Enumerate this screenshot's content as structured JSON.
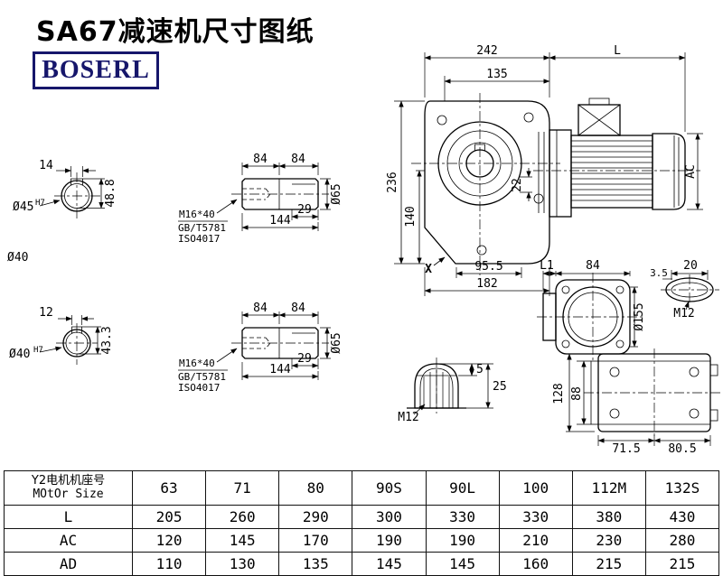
{
  "page": {
    "title": "SA67减速机尺寸图纸",
    "logo_text": "BOSERL"
  },
  "drawing": {
    "main_view": {
      "dim_242": "242",
      "dim_l": "L",
      "dim_135": "135",
      "dim_236": "236",
      "dim_140": "140",
      "dim_22": "22",
      "dim_ac": "AC",
      "dim_95_5": "95.5",
      "dim_182": "182",
      "label_x": "X"
    },
    "shaft_section_top": {
      "dim_key_width": "14",
      "dia": "Ø45",
      "tol": "H7",
      "dim_height": "48.8"
    },
    "label_shaft_dia": "Ø40",
    "shaft_section_bottom": {
      "dim_key_width": "12",
      "dia": "Ø40",
      "tol": "H7",
      "dim_height": "43.3"
    },
    "shaft_details": [
      {
        "dim_84a": "84",
        "dim_84b": "84",
        "dim_29": "29",
        "dim_144": "144",
        "dia_65": "Ø65",
        "thread": "M16*40",
        "std_gb": "GB/T5781",
        "std_iso": "ISO4017"
      },
      {
        "dim_84a": "84",
        "dim_84b": "84",
        "dim_29": "29",
        "dim_144": "144",
        "dia_65": "Ø65",
        "thread": "M16*40",
        "std_gb": "GB/T5781",
        "std_iso": "ISO4017"
      }
    ],
    "side_view": {
      "dim_l1": "L1",
      "dim_84": "84",
      "dim_3_5": "3.5",
      "dim_20": "20",
      "dia_155": "Ø155",
      "thread": "M12"
    },
    "dome_detail": {
      "dim_5": "5",
      "dim_25": "25",
      "thread": "M12"
    },
    "flange_view": {
      "dim_128": "128",
      "dim_88": "88",
      "dim_71_5": "71.5",
      "dim_80_5": "80.5"
    }
  },
  "table": {
    "header": {
      "col0_line1": "Y2电机机座号",
      "col0_line2": "MOtOr Size",
      "sizes": [
        "63",
        "71",
        "80",
        "90S",
        "90L",
        "100",
        "112M",
        "132S"
      ]
    },
    "rows": [
      {
        "label": "L",
        "values": [
          "205",
          "260",
          "290",
          "300",
          "330",
          "330",
          "380",
          "430"
        ]
      },
      {
        "label": "AC",
        "values": [
          "120",
          "145",
          "170",
          "190",
          "190",
          "210",
          "230",
          "280"
        ]
      },
      {
        "label": "AD",
        "values": [
          "110",
          "130",
          "135",
          "145",
          "145",
          "160",
          "215",
          "215"
        ]
      }
    ]
  }
}
